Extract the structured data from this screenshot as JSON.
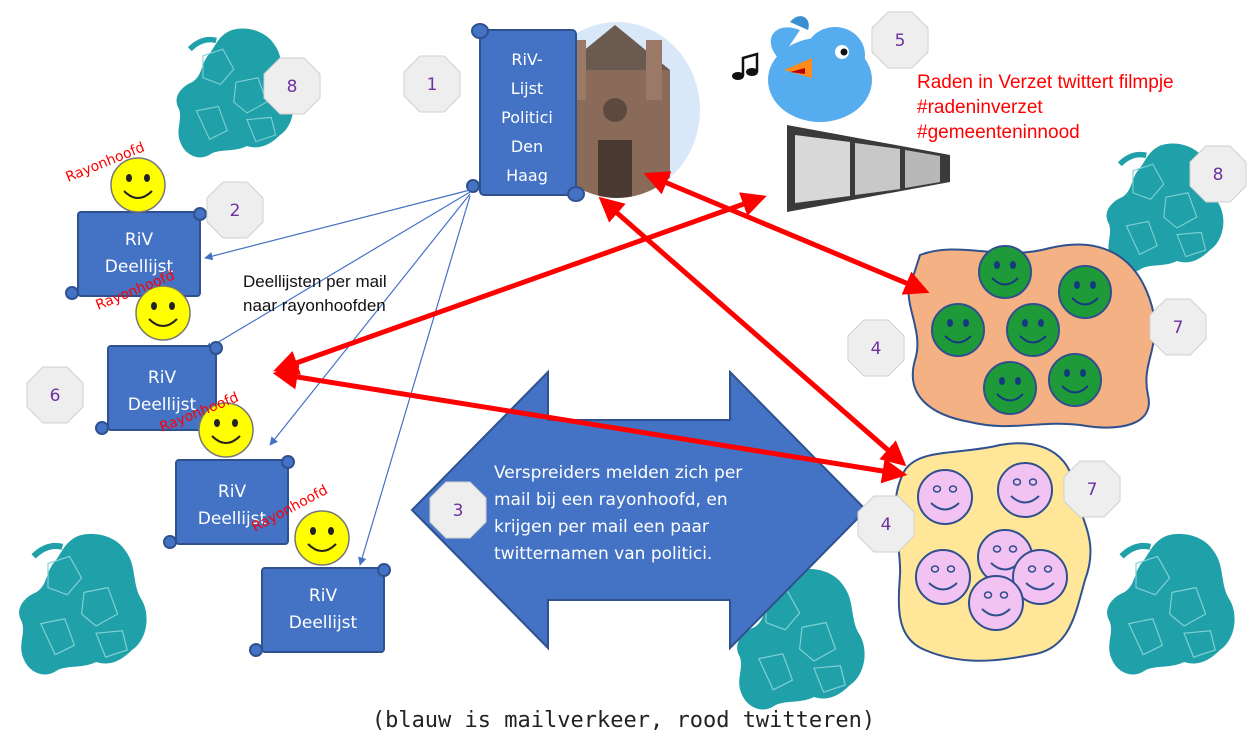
{
  "main_list": {
    "lines": [
      "RiV-",
      "Lijst",
      "Politici",
      "Den",
      "Haag"
    ]
  },
  "sub_list": {
    "lines": [
      "RiV",
      "Deellijst"
    ]
  },
  "region_head_label": "Rayonhoofd",
  "mail_note": [
    "Deellijsten per mail",
    "naar rayonhoofden"
  ],
  "campaign": [
    "Raden in Verzet twittert filmpje",
    "#radeninverzet",
    "#gemeenteninnood"
  ],
  "spreaders_text": [
    "Verspreiders melden zich per",
    "mail bij een rayonhoofd, en",
    "krijgen per mail een paar",
    "twitternamen van politici."
  ],
  "caption": "(blauw is mailverkeer, rood twitteren)",
  "step_badges": {
    "main_list": "1",
    "first_sub_list": "2",
    "spreaders": "3",
    "group_green": "4",
    "group_pink": "4",
    "twitter": "5",
    "region_heads": "6",
    "group_green_count": "7",
    "group_pink_count": "7",
    "map_top_left": "8",
    "map_right": "8"
  },
  "colors": {
    "scroll_blue": "#4472c4",
    "mail_blue": "#4472c4",
    "tweet_red": "#ff0000",
    "map_teal": "#20a0a8",
    "smiley_yellow": "#ffff00",
    "smiley_green": "#1e9b38",
    "smiley_pink": "#f2c3f2",
    "cluster_orange": "#f4b183",
    "cluster_yellow": "#ffe699",
    "badge_fill": "#eeeeee",
    "badge_text": "#7030a0"
  }
}
